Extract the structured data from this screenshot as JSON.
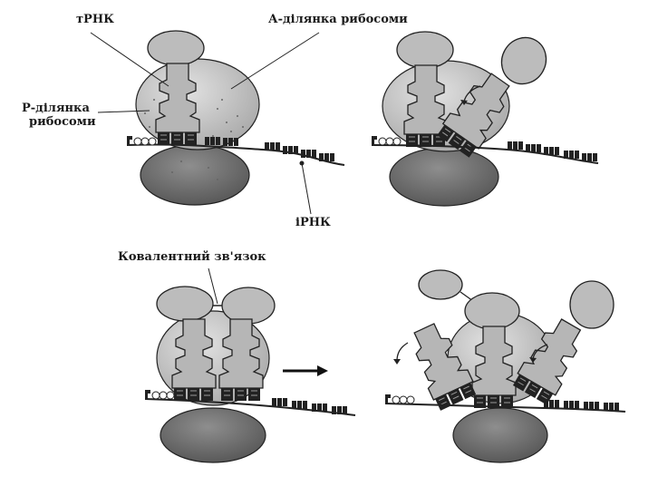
{
  "labels": {
    "trna": "тРНК",
    "a_site": "А-ділянка рибосоми",
    "p_site_line1": "Р-ділянка",
    "p_site_line2": "рибосоми",
    "mrna": "іРНК",
    "covalent_bond": "Ковалентний зв'язок"
  },
  "colors": {
    "large_subunit": "#c8c8c8",
    "small_subunit": "#7a7a7a",
    "trna": "#b4b4b4",
    "outline": "#222222",
    "mrna": "#333333"
  }
}
